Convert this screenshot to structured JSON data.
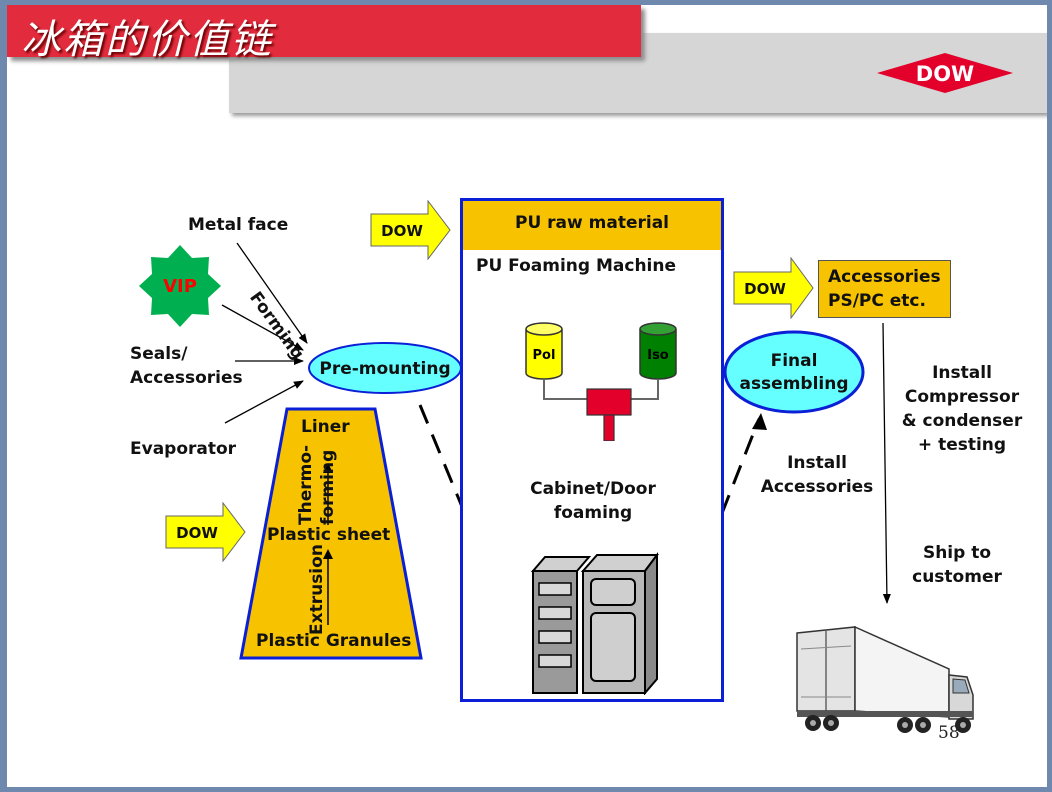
{
  "slide": {
    "title": "冰箱的价值链",
    "logo_text": "DOW",
    "page_number": "58"
  },
  "inputs": {
    "metal_face": "Metal face",
    "forming": "Forming",
    "vip": "VIP",
    "seals_line1": "Seals/",
    "seals_line2": "Accessories",
    "evaporator": "Evaporator",
    "pre_mounting": "Pre-mounting"
  },
  "liner_process": {
    "liner": "Liner",
    "thermo_line1": "Thermo-",
    "thermo_line2": "forming",
    "plastic_sheet": "Plastic sheet",
    "extrusion": "Extrusion",
    "plastic_granules": "Plastic Granules"
  },
  "dow_arrows": {
    "pu_input": "DOW",
    "liner_input": "DOW",
    "accessories_input": "DOW"
  },
  "pu_box": {
    "raw_material": "PU raw material",
    "foaming_machine": "PU Foaming Machine",
    "pol": "Pol",
    "iso": "Iso",
    "cabinet_line1": "Cabinet/Door",
    "cabinet_line2": "foaming"
  },
  "assembly": {
    "final_line1": "Final",
    "final_line2": "assembling",
    "install_acc_line1": "Install",
    "install_acc_line2": "Accessories",
    "accessories_line1": "Accessories",
    "accessories_line2": "PS/PC etc.",
    "install_comp_line1": "Install",
    "install_comp_line2": "Compressor",
    "install_comp_line3": "& condenser",
    "install_comp_line4": "+ testing",
    "ship_line1": "Ship to",
    "ship_line2": "customer"
  },
  "colors": {
    "title_red": "#e22b3d",
    "gold": "#f7c300",
    "yellow_arrow": "#ffff00",
    "blue_border": "#0a1fd6",
    "ellipse_fill": "#66ffff",
    "vip_green": "#00b050",
    "dow_red": "#e3002b"
  }
}
